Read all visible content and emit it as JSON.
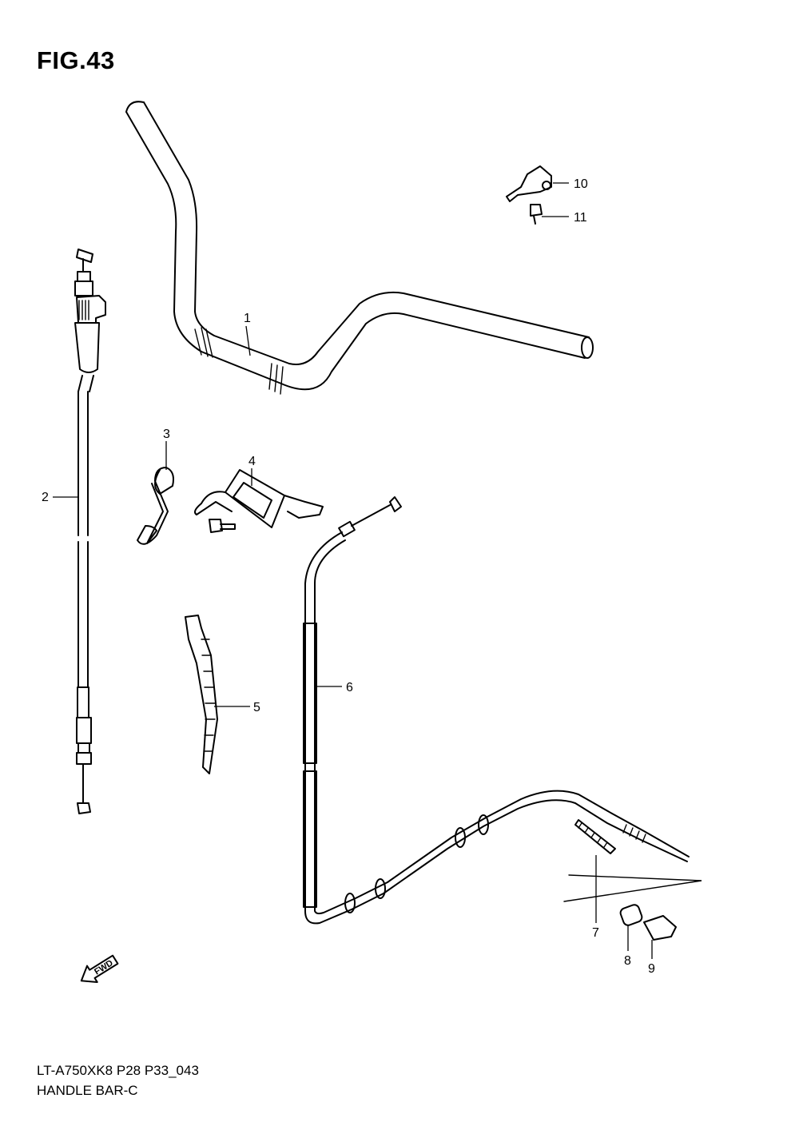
{
  "figure": {
    "title": "FIG.43"
  },
  "footer": {
    "code": "LT-A750XK8 P28 P33_043",
    "title": "HANDLE BAR-C"
  },
  "callouts": [
    "1",
    "2",
    "3",
    "4",
    "5",
    "6",
    "7",
    "8",
    "9",
    "10",
    "11"
  ],
  "fwd_label": "FWD"
}
